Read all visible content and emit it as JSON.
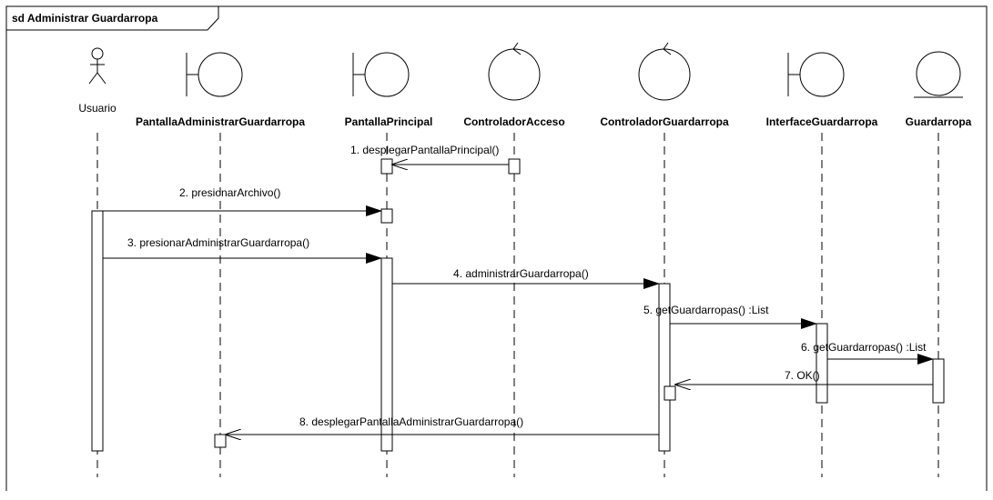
{
  "diagram": {
    "frame_title": "sd Administrar Guardarropa",
    "actor_label": "Usuario",
    "lifelines": [
      {
        "id": "usuario",
        "type": "actor",
        "name": ""
      },
      {
        "id": "pantalla_admin",
        "type": "boundary",
        "name": "PantallaAdministrarGuardarropa"
      },
      {
        "id": "pantalla_principal",
        "type": "boundary",
        "name": "PantallaPrincipal"
      },
      {
        "id": "controlador_acceso",
        "type": "control",
        "name": "ControladorAcceso"
      },
      {
        "id": "controlador_guardarropa",
        "type": "control",
        "name": "ControladorGuardarropa"
      },
      {
        "id": "interface_guardarropa",
        "type": "boundary",
        "name": "InterfaceGuardarropa"
      },
      {
        "id": "guardarropa",
        "type": "entity",
        "name": "Guardarropa"
      }
    ],
    "messages": [
      {
        "label": "1. desplegarPantallaPrincipal()",
        "from": "controlador_acceso",
        "to": "pantalla_principal"
      },
      {
        "label": "2. presionarArchivo()",
        "from": "usuario",
        "to": "pantalla_principal"
      },
      {
        "label": "3. presionarAdministrarGuardarropa()",
        "from": "usuario",
        "to": "pantalla_principal"
      },
      {
        "label": "4. administrarGuardarropa()",
        "from": "pantalla_principal",
        "to": "controlador_guardarropa"
      },
      {
        "label": "5. getGuardarropas() :List",
        "from": "controlador_guardarropa",
        "to": "interface_guardarropa"
      },
      {
        "label": "6. getGuardarropas() :List",
        "from": "interface_guardarropa",
        "to": "guardarropa"
      },
      {
        "label": "7. OK()",
        "from": "guardarropa",
        "to": "controlador_guardarropa"
      },
      {
        "label": "8. desplegarPantallaAdministrarGuardarropa()",
        "from": "controlador_guardarropa",
        "to": "pantalla_admin"
      }
    ]
  }
}
